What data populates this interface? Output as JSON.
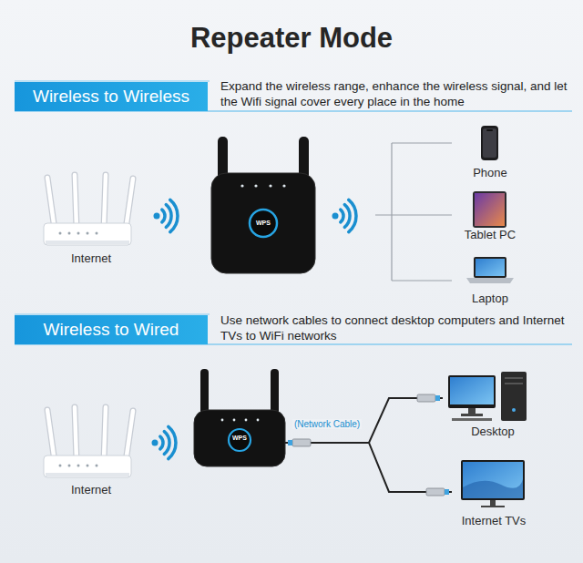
{
  "diagram": {
    "title": "Repeater Mode",
    "nodes": [
      {
        "text": [
          "Wireless to Wireless"
        ]
      },
      {
        "text": [
          "Internet"
        ]
      },
      {
        "text": [
          "WPS"
        ]
      },
      {
        "text": [
          "Phone"
        ]
      },
      {
        "text": [
          "Tablet PC"
        ]
      },
      {
        "text": [
          "Laptop"
        ]
      },
      {
        "text": [
          "Wireless to Wired"
        ]
      },
      {
        "text": [
          "Internet"
        ]
      },
      {
        "text": [
          "WPS"
        ]
      },
      {
        "text": [
          "Desktop"
        ]
      },
      {
        "text": [
          "Internet TVs"
        ]
      }
    ],
    "edges": [
      {
        "from": 8,
        "to": 9,
        "arrow": "none",
        "label": "(Network Cable)"
      },
      {
        "from": 8,
        "to": 10,
        "arrow": "none"
      }
    ],
    "labels": [
      "Expand the wireless range, enhance the wireless signal, and let the Wifi signal cover every place in the home",
      "Use network cables to connect desktop computers and Internet TVs to WiFi networks"
    ]
  }
}
